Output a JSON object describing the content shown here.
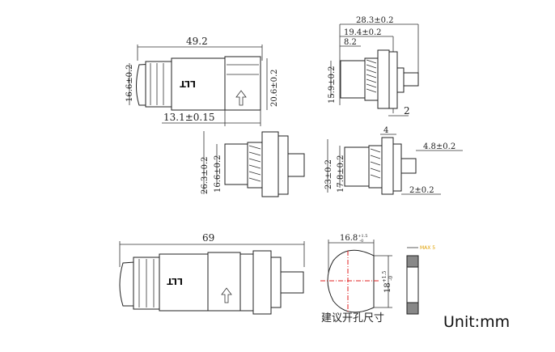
{
  "view_top_left": {
    "length": "49.2",
    "nut_diameter": "16.6±0.2",
    "body_diameter": "20.6±0.2",
    "front_length": "13.1±0.15",
    "logo": "LLT"
  },
  "view_top_right": {
    "total_length": "28.3±0.2",
    "to_flange": "19.4±0.2",
    "front": "8.2",
    "height": "15.9±0.2",
    "flange": "2"
  },
  "view_middle_left": {
    "outer": "26.3±0.2",
    "inner": "16.6±0.2"
  },
  "view_middle_right": {
    "flange_thickness": "4",
    "pin": "4.8±0.2",
    "outer": "23±0.2",
    "inner": "17.8±0.2",
    "gap": "2±0.2"
  },
  "view_bottom_left": {
    "length": "69",
    "logo": "LLT"
  },
  "panel_cutout": {
    "width": "16.8",
    "width_tol_upper": "+1.5",
    "width_tol_lower": "-0",
    "height": "18",
    "height_tol_upper": "+1.5",
    "height_tol_lower": "-0",
    "max_thickness": "MAX 5",
    "caption": "建议开孔尺寸"
  },
  "unit_label": "Unit:mm",
  "colors": {
    "centerline": "#e02020",
    "max_label": "#e0a000"
  }
}
